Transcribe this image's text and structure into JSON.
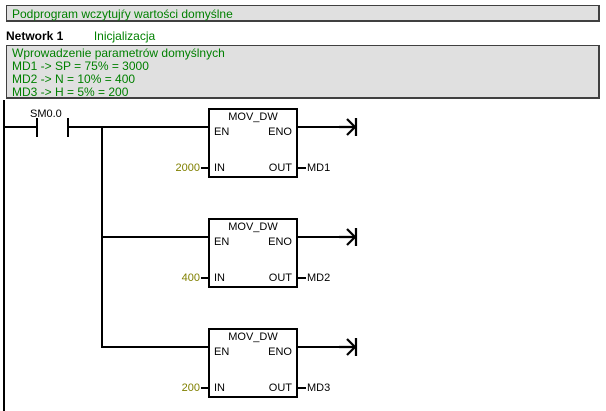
{
  "pou": {
    "title": "Podprogram wczytujŕy wartości domyślne"
  },
  "network": {
    "label": "Network 1",
    "comment": "Inicjalizacja"
  },
  "comment_box": {
    "lines": [
      "Wprowadzenie parametrów domyślnych",
      "MD1 -> SP = 75% = 3000",
      "MD2 -> N = 10% = 400",
      "MD3 -> H = 5% = 200"
    ]
  },
  "ladder": {
    "contact": {
      "operand": "SM0.0",
      "type": "normally-open"
    },
    "rungs": [
      {
        "block_name": "MOV_DW",
        "pin_en": "EN",
        "pin_eno": "ENO",
        "pin_in": "IN",
        "pin_out": "OUT",
        "in_value": "2000",
        "out_operand": "MD1"
      },
      {
        "block_name": "MOV_DW",
        "pin_en": "EN",
        "pin_eno": "ENO",
        "pin_in": "IN",
        "pin_out": "OUT",
        "in_value": "400",
        "out_operand": "MD2"
      },
      {
        "block_name": "MOV_DW",
        "pin_en": "EN",
        "pin_eno": "ENO",
        "pin_in": "IN",
        "pin_out": "OUT",
        "in_value": "200",
        "out_operand": "MD3"
      }
    ]
  },
  "colors": {
    "comment_green": "#008000",
    "constant_olive": "#808000",
    "box_fill": "#e0e0e0",
    "line_black": "#000000"
  }
}
